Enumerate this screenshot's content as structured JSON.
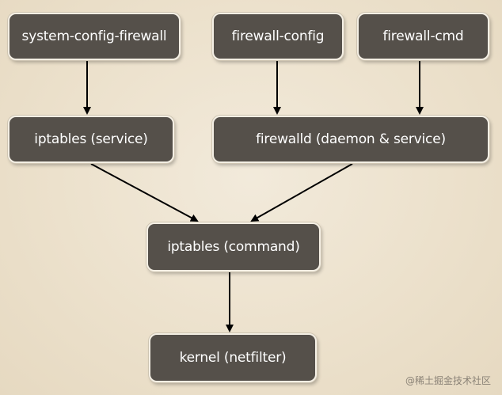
{
  "nodes": {
    "system_config_firewall": "system-config-firewall",
    "firewall_config": "firewall-config",
    "firewall_cmd": "firewall-cmd",
    "iptables_service": "iptables (service)",
    "firewalld": "firewalld (daemon & service)",
    "iptables_command": "iptables (command)",
    "kernel": "kernel (netfilter)"
  },
  "edges": [
    {
      "from": "system_config_firewall",
      "to": "iptables_service"
    },
    {
      "from": "firewall_config",
      "to": "firewalld"
    },
    {
      "from": "firewall_cmd",
      "to": "firewalld"
    },
    {
      "from": "iptables_service",
      "to": "iptables_command"
    },
    {
      "from": "firewalld",
      "to": "iptables_command"
    },
    {
      "from": "iptables_command",
      "to": "kernel"
    }
  ],
  "watermark": "@稀土掘金技术社区",
  "colors": {
    "node_fill": "#55504a",
    "node_text": "#ffffff",
    "arrow": "#000000",
    "background": "#ede3cf"
  }
}
